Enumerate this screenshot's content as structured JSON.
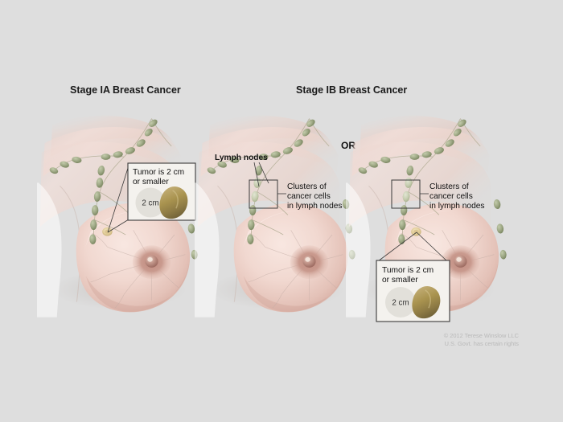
{
  "figure": {
    "background_color": "#dedede",
    "titles": [
      {
        "id": "stage-ia",
        "text": "Stage IA Breast Cancer"
      },
      {
        "id": "stage-ib",
        "text": "Stage IB Breast Cancer"
      }
    ],
    "connector": {
      "text": "OR"
    },
    "credit": {
      "line1": "© 2012 Terese Winslow LLC",
      "line2": "U.S. Govt. has certain rights"
    }
  },
  "panels": [
    {
      "id": "panel-stage-ia",
      "title": "Stage IA Breast Cancer",
      "labels": [],
      "callouts": [
        {
          "id": "tumor-callout-left",
          "kind": "tumor",
          "lines": [
            "Tumor is 2 cm",
            "or smaller"
          ],
          "scale_label": "2 cm"
        }
      ],
      "highlight_box": false
    },
    {
      "id": "panel-stage-ib-left",
      "title": "Stage IB Breast Cancer",
      "labels": [
        {
          "id": "lymph-nodes-label",
          "text": "Lymph nodes"
        }
      ],
      "callouts": [
        {
          "id": "clusters-callout-middle",
          "kind": "clusters",
          "lines": [
            "Clusters of",
            "cancer cells",
            "in lymph nodes"
          ]
        }
      ],
      "highlight_box": true
    },
    {
      "id": "panel-stage-ib-right",
      "title": "Stage IB Breast Cancer",
      "labels": [],
      "callouts": [
        {
          "id": "clusters-callout-right",
          "kind": "clusters",
          "lines": [
            "Clusters of",
            "cancer cells",
            "in lymph nodes"
          ]
        },
        {
          "id": "tumor-callout-right",
          "kind": "tumor",
          "lines": [
            "Tumor is 2 cm",
            "or smaller"
          ],
          "scale_label": "2 cm"
        }
      ],
      "highlight_box": true
    }
  ],
  "colors": {
    "background": "#dedede",
    "skin_light": "#f3ded8",
    "skin_mid": "#e7c6bd",
    "skin_deep": "#d3a79c",
    "areola": "#c29086",
    "nipple": "#a9756b",
    "lymph_node": "#9aa583",
    "lymph_node_dark": "#7e8a68",
    "lymph_vessel": "#b8b39d",
    "tumor": "#97834f",
    "tumor_light": "#b9a268",
    "tumor_marker": "#e6d5a6",
    "callout_fill": "#f4f2ee",
    "callout_stroke": "#3a3a3a",
    "scale_circle": "#e2e0da",
    "text": "#111111",
    "credit_text": "#b9b9b9"
  }
}
